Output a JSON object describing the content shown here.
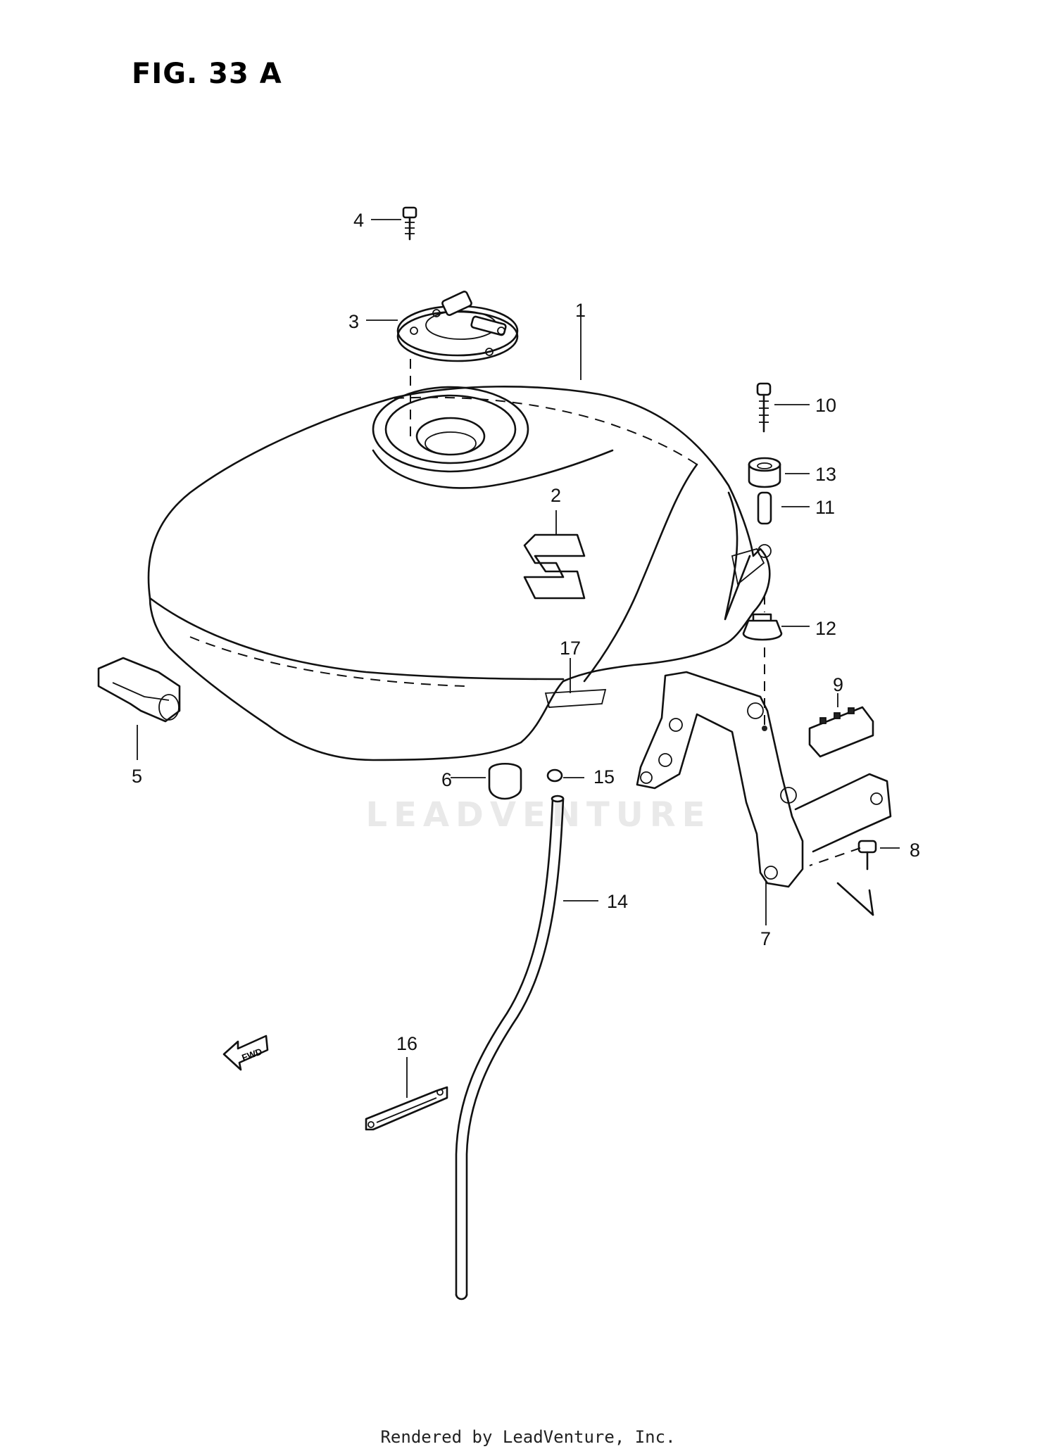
{
  "figure": {
    "title": "FIG. 33 A"
  },
  "watermark": {
    "text": "LEADVENTURE"
  },
  "footer": {
    "text": "Rendered by LeadVenture, Inc."
  },
  "fwd_label": "FWD",
  "callouts": {
    "c1": "1",
    "c2": "2",
    "c3": "3",
    "c4": "4",
    "c5": "5",
    "c6": "6",
    "c7": "7",
    "c8": "8",
    "c9": "9",
    "c10": "10",
    "c11": "11",
    "c12": "12",
    "c13": "13",
    "c14": "14",
    "c15": "15",
    "c16": "16",
    "c17": "17"
  }
}
